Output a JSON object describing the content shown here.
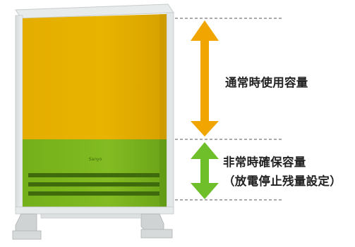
{
  "diagram": {
    "normal_capacity_label": "通常時使用容量",
    "reserve_capacity_label": "非常時確保容量",
    "reserve_capacity_note": "（放電停止残量設定）",
    "brand_mark": "Sanyo",
    "colors": {
      "normal_zone": "#e8b100",
      "reserve_zone": "#7cb61d",
      "normal_arrow": "#f0a500",
      "reserve_arrow": "#6fbf2a",
      "dashed_line": "#555555"
    }
  }
}
